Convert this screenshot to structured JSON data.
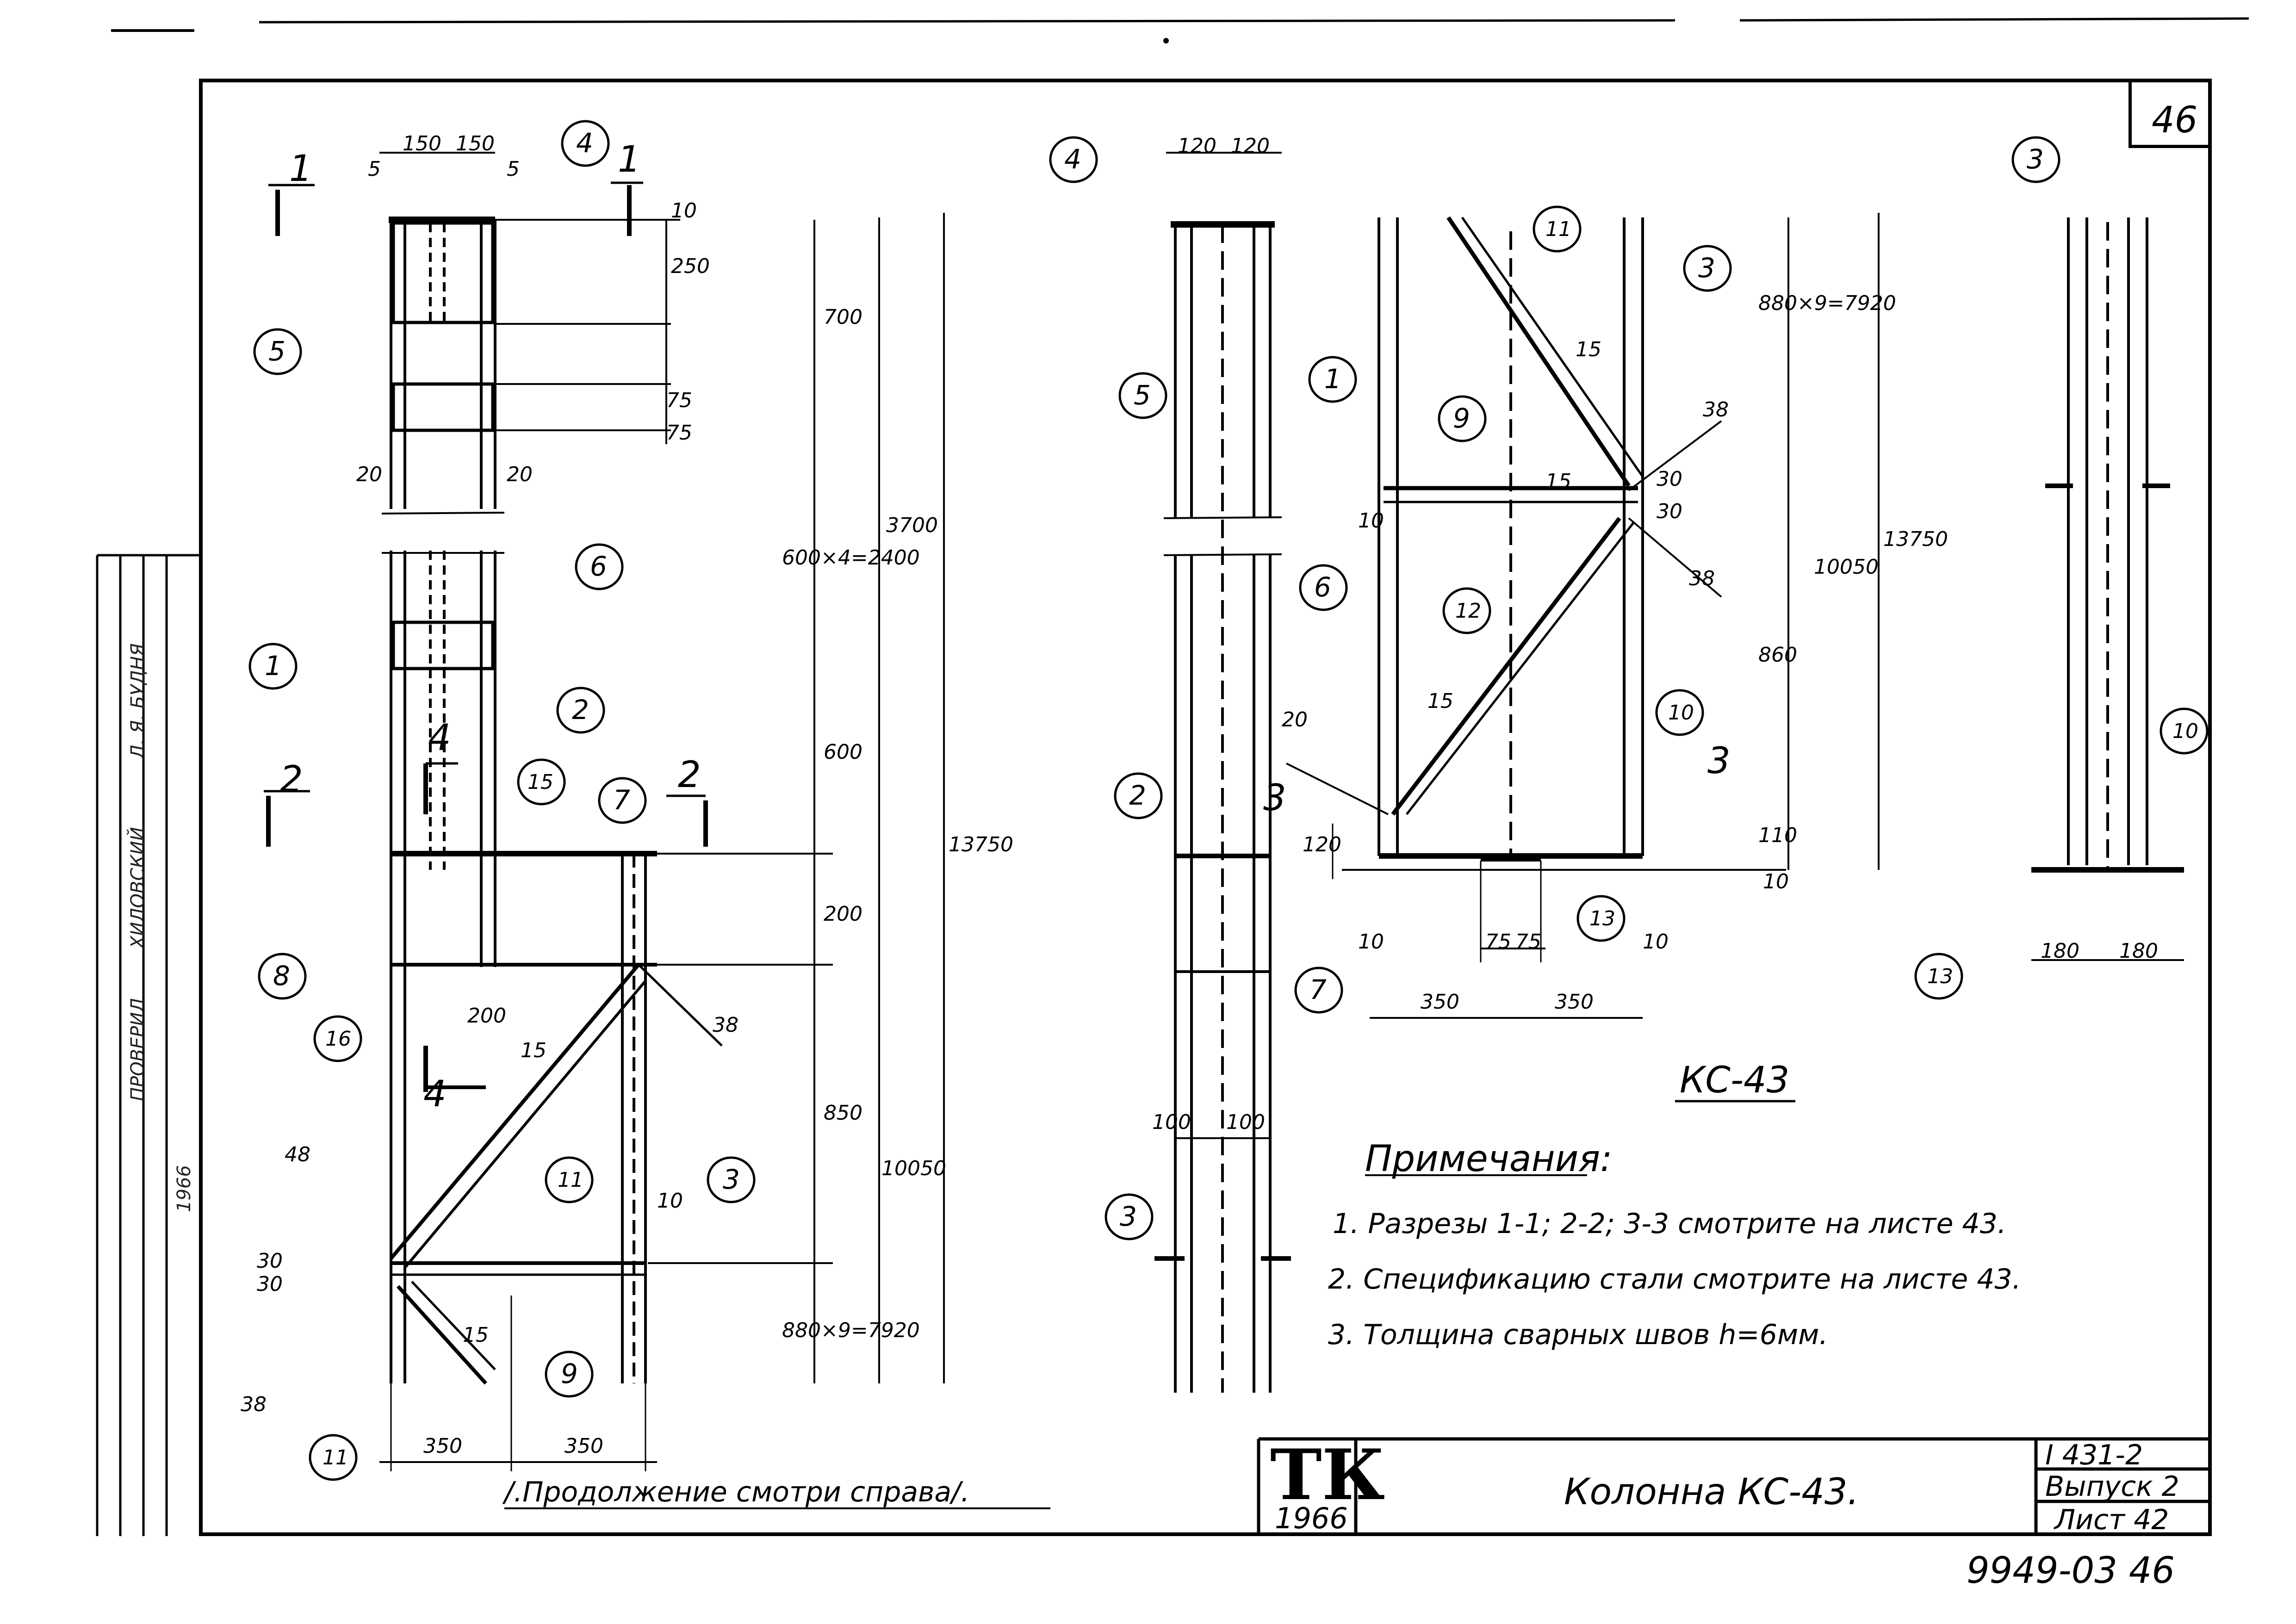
{
  "sheet": {
    "sheet_number_top": "46",
    "bottom_number": "9949-03   46"
  },
  "title_block": {
    "logo_letters": "ТК",
    "logo_year": "1966",
    "drawing_title": "Колонна КС-43.",
    "series": "I 431-2",
    "issue": "Выпуск 2",
    "sheet": "Лист 42"
  },
  "left_stamp": {
    "checked_label": "ПРОВЕРИЛ",
    "role_label": "ХИЛОВСКИЙ",
    "name": "Л. Я. БУДНЯ",
    "year": "1966"
  },
  "drawing": {
    "mark": "КС-43",
    "continuation_note": "/.Продолжение смотри справа/.",
    "notes_title": "Примечания:",
    "notes": [
      "1. Разрезы 1-1; 2-2; 3-3 смотрите на листе 43.",
      "2. Спецификацию стали смотрите на листе 43.",
      "3. Толщина сварных швов  h=6мм."
    ],
    "section_marks": [
      "1",
      "1",
      "2",
      "2",
      "3",
      "3",
      "4",
      "4"
    ],
    "callouts": {
      "left": [
        "4",
        "5",
        "6",
        "1",
        "2",
        "15",
        "7",
        "8",
        "16",
        "11",
        "3",
        "9",
        "11"
      ],
      "middle": [
        "4",
        "5",
        "6",
        "2",
        "7",
        "3"
      ],
      "right_detail": [
        "11",
        "3",
        "1",
        "9",
        "12",
        "10",
        "13"
      ],
      "far_right": [
        "3",
        "10",
        "13"
      ]
    },
    "dimensions": {
      "left_top": [
        "150",
        "150",
        "5",
        "5",
        "10",
        "250",
        "75",
        "75",
        "20",
        "20"
      ],
      "left_vertical": [
        "700",
        "600×4=2400",
        "3700",
        "600",
        "200",
        "850",
        "10050",
        "880×9=7920",
        "13750"
      ],
      "left_misc": [
        "200",
        "15",
        "15",
        "10",
        "30",
        "30",
        "38",
        "48",
        "38"
      ],
      "left_bottom": [
        "350",
        "350"
      ],
      "middle": [
        "120",
        "120",
        "100",
        "100"
      ],
      "right_detail_vertical": [
        "880×9=7920",
        "10050",
        "13750",
        "860",
        "110",
        "10",
        "120",
        "10"
      ],
      "right_detail_misc": [
        "15",
        "15",
        "15",
        "30",
        "30",
        "38",
        "38",
        "20",
        "10",
        "10"
      ],
      "right_detail_bottom": [
        "75",
        "75",
        "350",
        "350"
      ],
      "far_right_bottom": [
        "180",
        "180"
      ]
    }
  }
}
